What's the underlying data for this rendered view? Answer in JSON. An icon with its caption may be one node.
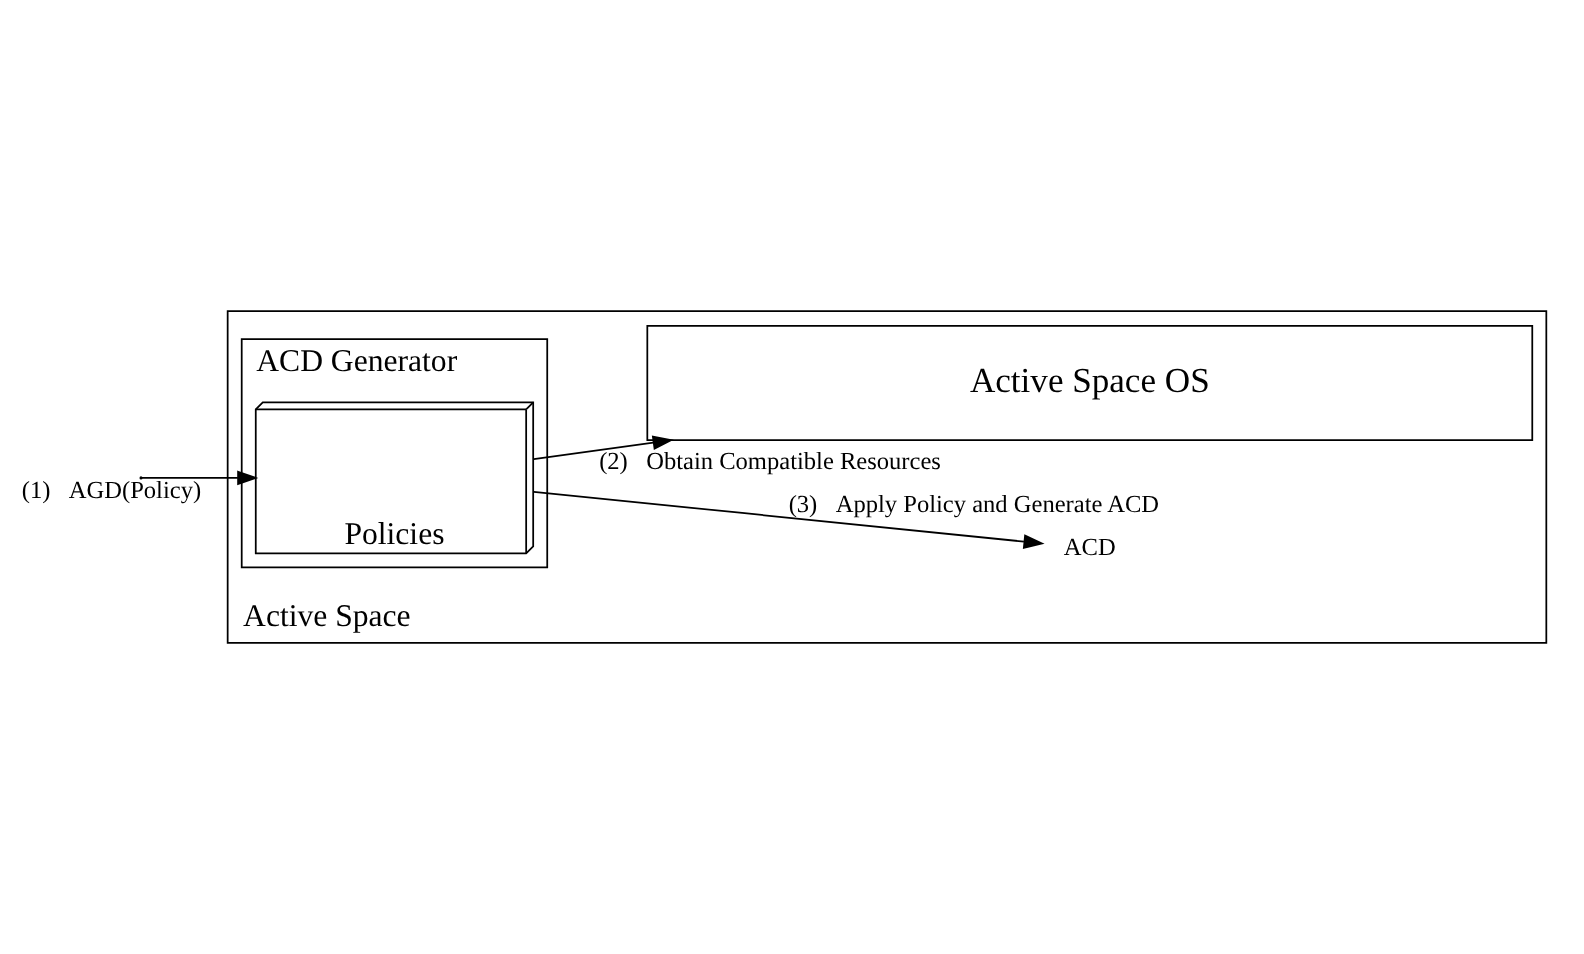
{
  "diagram": {
    "nodes": [
      {
        "text": [
          "Active Space"
        ]
      },
      {
        "text": [
          "ACD Generator"
        ],
        "in": 0
      },
      {
        "text": [
          "Policies"
        ],
        "in": 1
      },
      {
        "text": [
          "ACD"
        ],
        "in": 0
      },
      {
        "text": [
          "Active Space OS"
        ],
        "in": 0
      }
    ],
    "edges": [
      {
        "from": null,
        "to": 2,
        "arrow": "to",
        "label": "(1)   AGD(Policy)"
      },
      {
        "from": 2,
        "to": 3,
        "arrow": "to",
        "label": "(3)   Apply Policy and Generate ACD"
      },
      {
        "from": 2,
        "to": 4,
        "arrow": "to",
        "label": "(2)   Obtain Compatible Resources"
      }
    ]
  }
}
